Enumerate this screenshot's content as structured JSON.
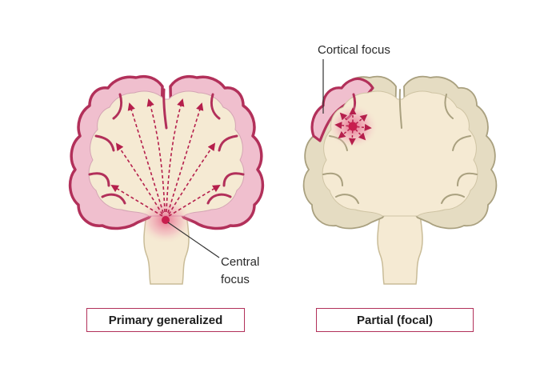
{
  "colors": {
    "white_matter": "#f5ead3",
    "grey_matter_active": "#f0bfce",
    "outline_active": "#b2305a",
    "grey_matter_normal": "#e5dcc2",
    "outline_normal": "#a9a07f",
    "focus": "#c81e4e",
    "arrow": "#b51f4c",
    "label_text": "#2a2a2a",
    "caption_border": "#b2305a"
  },
  "left_panel": {
    "focus_label_line1": "Central",
    "focus_label_line2": "focus",
    "caption": "Primary generalized"
  },
  "right_panel": {
    "focus_label": "Cortical focus",
    "caption": "Partial (focal)"
  }
}
